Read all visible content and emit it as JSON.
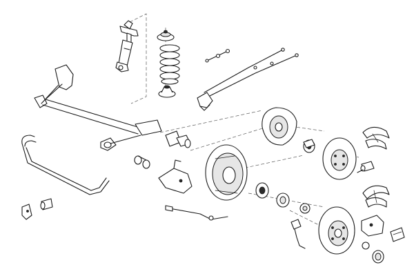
{
  "diagram": {
    "kind": "exploded-parts-drawing",
    "colors": {
      "line": "#1a1a1a",
      "background": "#ffffff",
      "shade": "#e6e6e6",
      "dark": "#2b2b2b"
    },
    "parts": [
      "shock-absorber",
      "spring-top-mount",
      "coil-spring",
      "spring-seat",
      "parking-brake-cable-short",
      "parking-brake-cable-long",
      "parking-brake-cable-bracket",
      "rear-axle-beam",
      "stabilizer-bar",
      "axle-bush",
      "stabilizer-link-rubber",
      "stabilizer-clamp",
      "stub-axle",
      "axle-mounting-bracket",
      "abs-sensor-cable",
      "abs-sensor",
      "backing-plate-drum",
      "backing-plate-disc",
      "wheel-bearing-drum",
      "wheel-bearing-disc",
      "axle-nut",
      "brake-disc",
      "brake-drum",
      "brake-shoe-upper",
      "brake-shoe-lower",
      "wheel-cylinder",
      "brake-caliper",
      "brake-pads",
      "hub-cap",
      "hub-dust-cap",
      "bolt"
    ]
  }
}
